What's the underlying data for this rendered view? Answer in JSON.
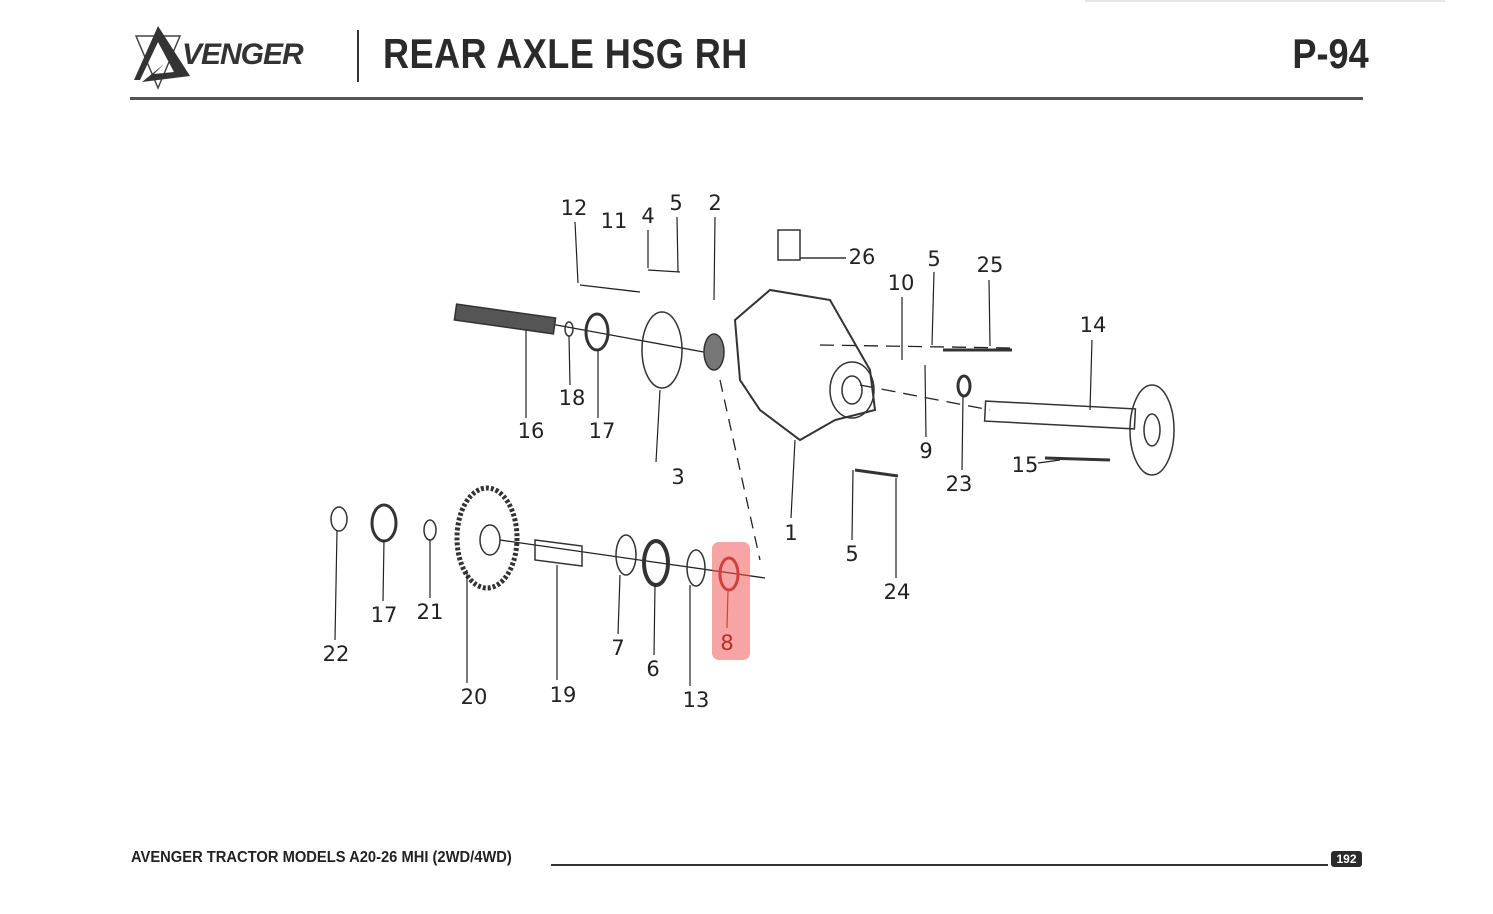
{
  "header": {
    "brand": "AVENGER",
    "title": "REAR AXLE HSG RH",
    "page_code": "P-94"
  },
  "callouts": [
    "12",
    "11",
    "4",
    "5",
    "2",
    "26",
    "5",
    "25",
    "10",
    "14",
    "18",
    "16",
    "17",
    "3",
    "9",
    "23",
    "15",
    "1",
    "5",
    "24",
    "17",
    "21",
    "22",
    "7",
    "6",
    "8",
    "20",
    "19",
    "13"
  ],
  "highlight": {
    "part": "8",
    "color": "#f05a5a"
  },
  "footer": {
    "text": "AVENGER TRACTOR MODELS A20-26 MHI (2WD/4WD)",
    "page_number": "192"
  }
}
